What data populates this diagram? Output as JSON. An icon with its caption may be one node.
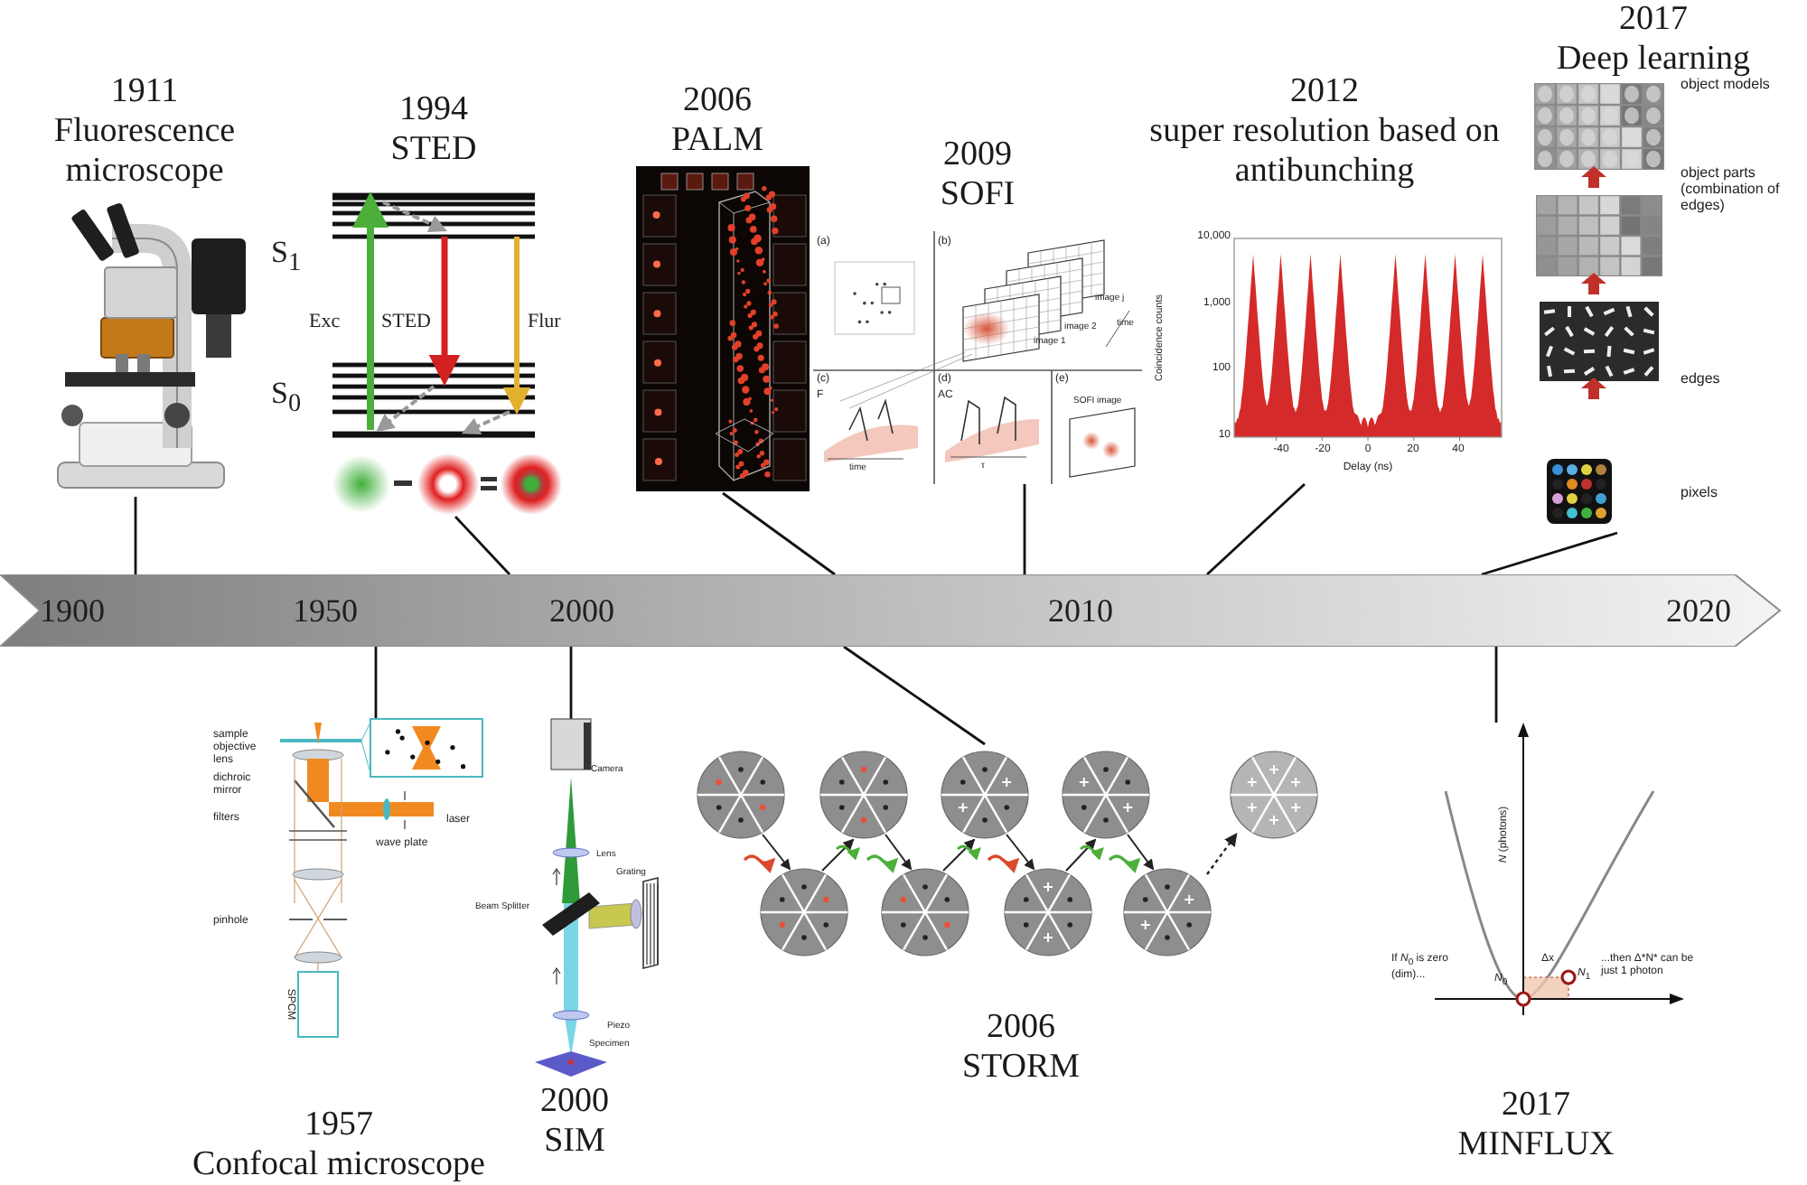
{
  "diagram": {
    "nodes": [
      {
        "text": [
          "1900",
          "1950",
          "2000",
          "2010",
          "2020"
        ]
      },
      {
        "text": [
          "1911",
          "Fluorescence microscope"
        ]
      },
      {
        "text": [
          "1994",
          "STED"
        ]
      },
      {
        "text": [
          "2006",
          "PALM"
        ]
      },
      {
        "text": [
          "2009",
          "SOFI"
        ]
      },
      {
        "text": [
          "2012",
          "super resolution based on antibunching"
        ]
      },
      {
        "text": [
          "2017",
          "Deep learning"
        ]
      },
      {
        "text": [
          "1957",
          "Confocal microscope"
        ]
      },
      {
        "text": [
          "2000",
          "SIM"
        ]
      },
      {
        "text": [
          "2006",
          "STORM"
        ]
      },
      {
        "text": [
          "2017",
          "MINFLUX"
        ]
      }
    ],
    "edges": [
      {
        "from": 1,
        "to": 0,
        "arrow": "none"
      },
      {
        "from": 2,
        "to": 0,
        "arrow": "none"
      },
      {
        "from": 3,
        "to": 0,
        "arrow": "none"
      },
      {
        "from": 4,
        "to": 0,
        "arrow": "none"
      },
      {
        "from": 5,
        "to": 0,
        "arrow": "none"
      },
      {
        "from": 6,
        "to": 0,
        "arrow": "none"
      },
      {
        "from": 7,
        "to": 0,
        "arrow": "none"
      },
      {
        "from": 8,
        "to": 0,
        "arrow": "none"
      },
      {
        "from": 9,
        "to": 0,
        "arrow": "none"
      },
      {
        "from": 10,
        "to": 0,
        "arrow": "none"
      }
    ],
    "labels": [
      "S$_{1}$",
      "Exc",
      "STED",
      "Flur",
      "S$_{0}$",
      "(a)",
      "(b)",
      "image j",
      "image 2",
      "image 1",
      "time",
      "(c)",
      "(d)",
      "(e)",
      "F",
      "AC",
      "SOFI image",
      "time",
      "τ",
      "10,000",
      "1,000",
      "100",
      "10",
      "Coincidence counts",
      "-40",
      "-20",
      "0",
      "20",
      "40",
      "Delay (ns)",
      "object models",
      "object parts (combination of edges)",
      "edges",
      "pixels",
      "sample",
      "objective lens",
      "dichroic mirror",
      "laser",
      "wave plate",
      "filters",
      "pinhole",
      "SPCM",
      "Camera",
      "Lens",
      "Grating",
      "Beam Splitter",
      "Piezo",
      "Specimen",
      "*N* (photons)",
      "If *N*$_{0}$ is zero (dim)...",
      "Δx",
      "*N*$_{0}$",
      "*N*$_{1}$",
      "...then Δ*N* can be just 1 photon"
    ]
  }
}
